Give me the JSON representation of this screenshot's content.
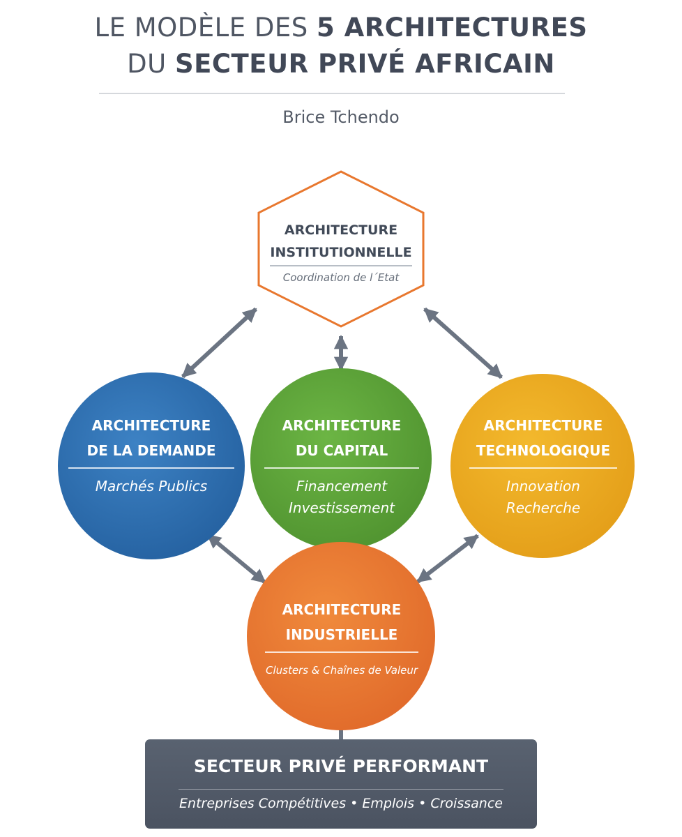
{
  "header": {
    "title_line1_light": "LE MODÈLE DES",
    "title_line1_bold": "5 ARCHITECTURES",
    "title_line2_light": "DU",
    "title_line2_bold": "SECTEUR PRIVÉ AFRICAIN",
    "author": "Brice Tchendo"
  },
  "nodes": {
    "institutional": {
      "title_line1": "ARCHITECTURE",
      "title_line2": "INSTITUTIONNELLE",
      "subtitle": "Coordination de l´Etat",
      "color": "#e8772e"
    },
    "demand": {
      "title_line1": "ARCHITECTURE",
      "title_line2": "DE LA DEMANDE",
      "sub_line1": "Marchés Publics",
      "color": "#2e6fb0"
    },
    "capital": {
      "title_line1": "ARCHITECTURE",
      "title_line2": "DU CAPITAL",
      "sub_line1": "Financement",
      "sub_line2": "Investissement",
      "color": "#5ea33a"
    },
    "technology": {
      "title_line1": "ARCHITECTURE",
      "title_line2": "TECHNOLOGIQUE",
      "sub_line1": "Innovation",
      "sub_line2": "Recherche",
      "color": "#ecab22"
    },
    "industrial": {
      "title_line1": "ARCHITECTURE",
      "title_line2": "INDUSTRIELLE",
      "sub_line1": "Clusters & Chaînes de Valeur",
      "color": "#e8732f"
    }
  },
  "outcome": {
    "title": "SECTEUR PRIVÉ PERFORMANT",
    "subtitle": "Entreprises Compétitives • Emplois • Croissance",
    "color": "#555d6a"
  },
  "connector_color": "#6b7482"
}
